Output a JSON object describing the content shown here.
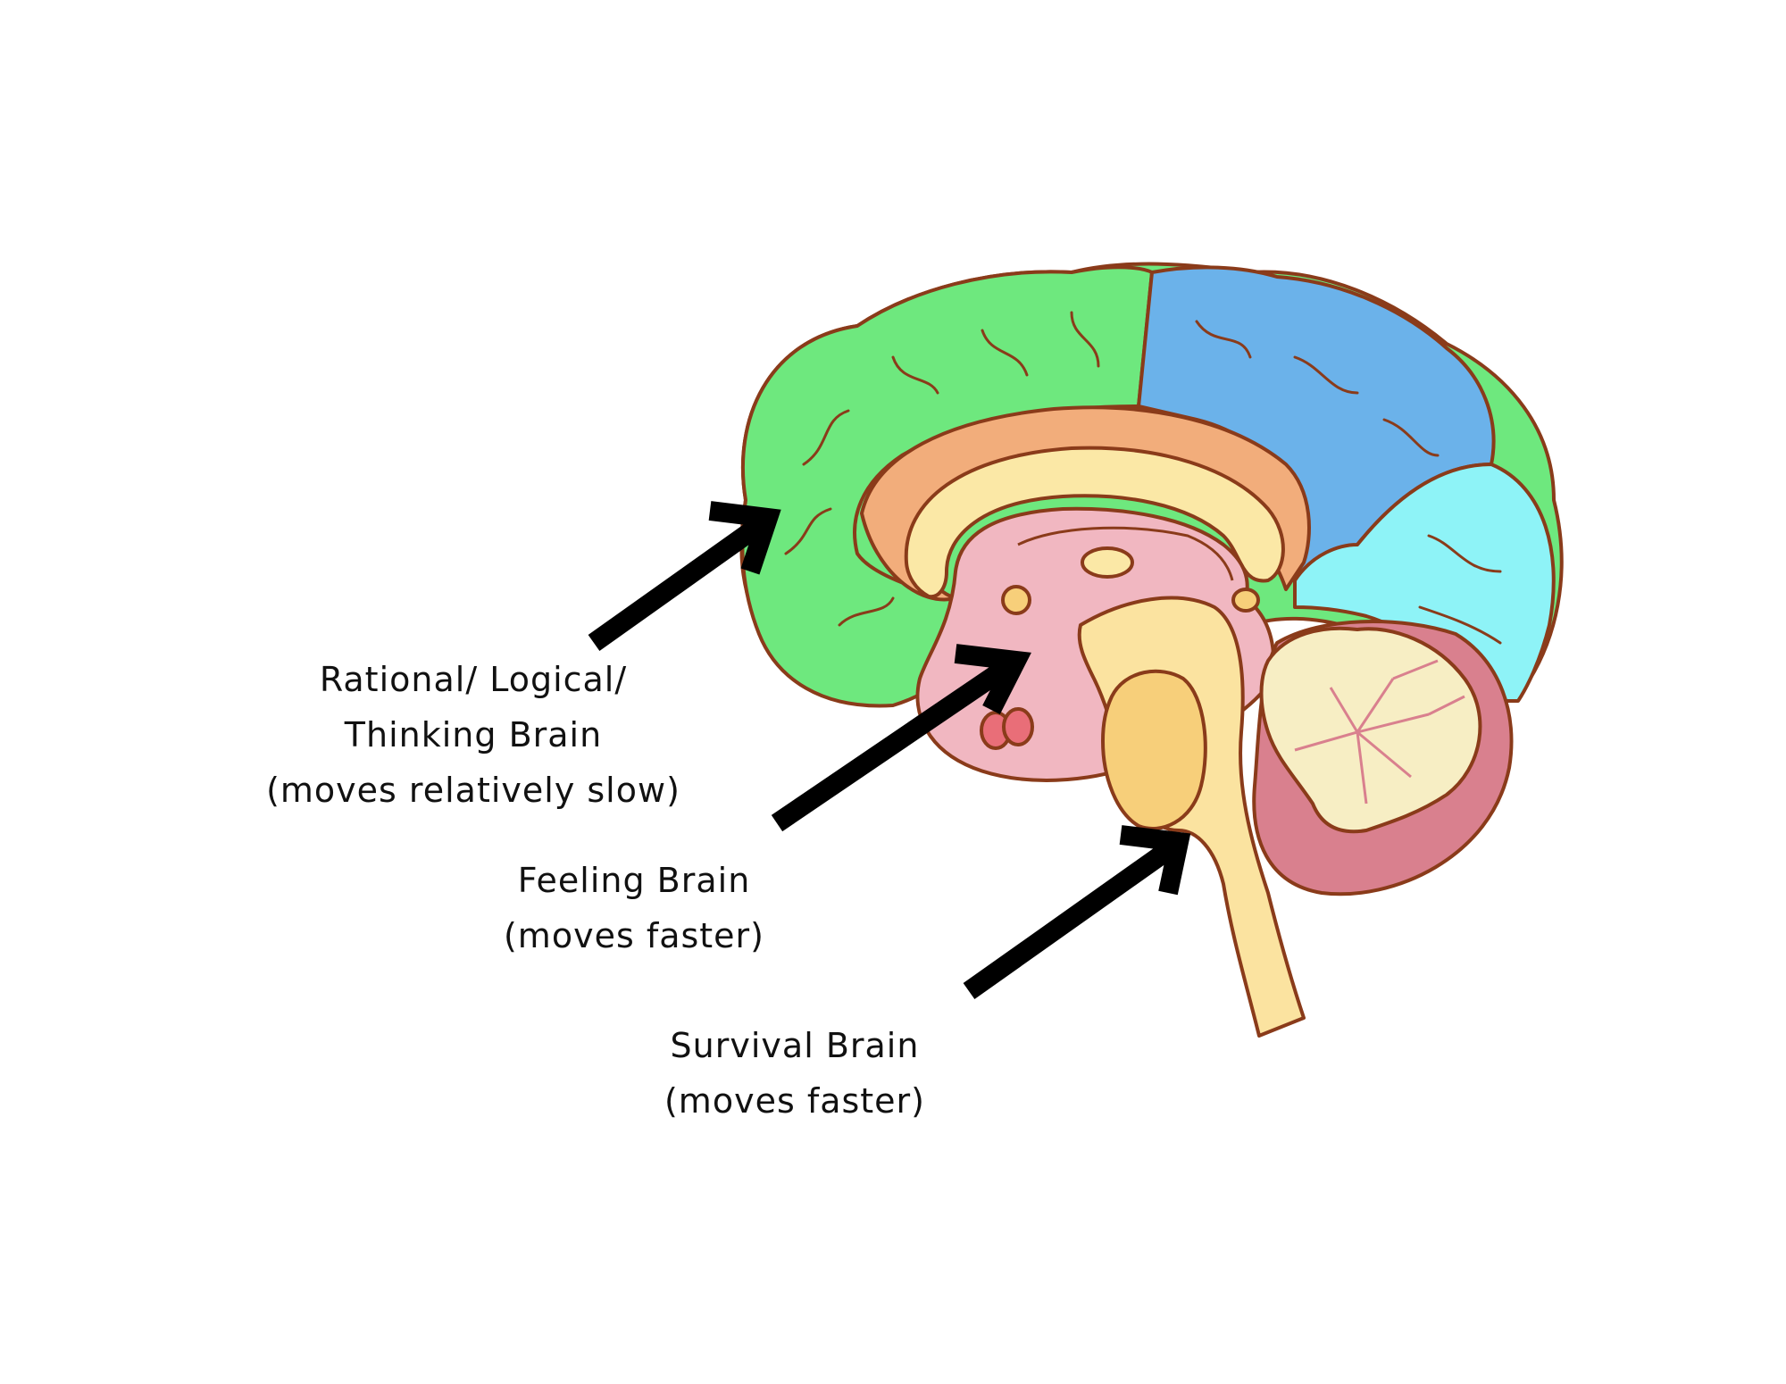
{
  "labels": {
    "rational": {
      "line1": "Rational/ Logical/",
      "line2": "Thinking Brain",
      "line3": "(moves relatively slow)"
    },
    "feeling": {
      "line1": "Feeling Brain",
      "line2": "(moves faster)"
    },
    "survival": {
      "line1": "Survival Brain",
      "line2": "(moves faster)"
    }
  },
  "colors": {
    "outline": "#8a3b1a",
    "frontal": "#6ee87e",
    "parietal": "#6bb2ea",
    "occipital": "#8ef3f7",
    "cingulate": "#f2ad7b",
    "corpus_callosum": "#fbe8a6",
    "limbic": "#f1b7c1",
    "cerebellum": "#d9808e",
    "arbor_vitae": "#f7eec4",
    "brainstem": "#fbe3a0",
    "pons": "#f7cf7a",
    "amygdala": "#e96e78",
    "arrow": "#000000"
  }
}
